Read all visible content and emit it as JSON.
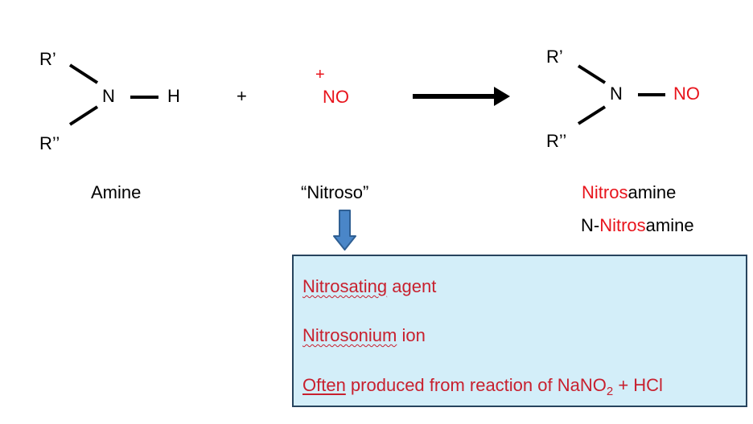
{
  "reactant_amine": {
    "r1": "R’",
    "r2": "R’’",
    "n": "N",
    "h": "H",
    "caption": "Amine"
  },
  "plus": "+",
  "nitroso_reagent": {
    "charge": "+",
    "formula": "NO",
    "caption": "“Nitroso”"
  },
  "product": {
    "r1": "R’",
    "r2": "R’’",
    "n": "N",
    "group": "NO",
    "caption1_red": "Nitros",
    "caption1_rest": "amine",
    "caption2_prefix": "N-",
    "caption2_red": "Nitros",
    "caption2_rest": "amine"
  },
  "info_box": {
    "line1_term": "Nitrosating",
    "line1_rest": " agent",
    "line2_term": "Nitrosonium",
    "line2_rest": " ion",
    "line3_term": "Often",
    "line3_rest": " produced from reaction of NaNO",
    "line3_sub": "2",
    "line3_tail": " + HCl"
  },
  "colors": {
    "highlight_red": "#e8141c",
    "box_text_red": "#c8202e",
    "box_fill": "#d3eef9",
    "box_border": "#27445e",
    "arrow_blue": "#4a86c8"
  }
}
